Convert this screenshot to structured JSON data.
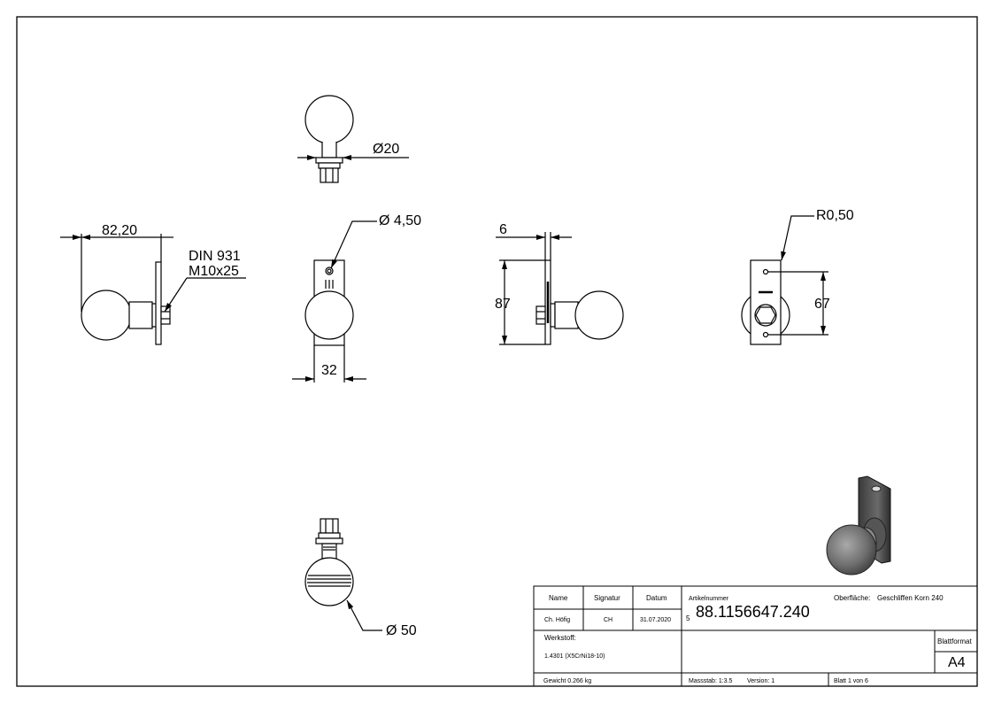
{
  "dimensions": {
    "d20": "Ø20",
    "d4_5": "Ø 4,50",
    "len82": "82,20",
    "din1": "DIN 931",
    "din2": "M10x25",
    "w32": "32",
    "t6": "6",
    "h87": "87",
    "r05": "R0,50",
    "h67": "67",
    "d50": "Ø 50"
  },
  "title_block": {
    "head_name": "Name",
    "head_signatur": "Signatur",
    "head_datum": "Datum",
    "name": "Ch. Höfig",
    "signatur": "CH",
    "datum": "31.07.2020",
    "artikel_label": "Artikelnummer",
    "artikel_prefix": "5",
    "artikel_number": "88.1156647.240",
    "oberflaeche_label": "Oberfläche:",
    "oberflaeche_value": "Geschliffen Korn 240",
    "werkstoff_label": "Werkstoff:",
    "werkstoff_value": "1.4301 (X5CrNi18-10)",
    "blattformat_label": "Blattformat",
    "blattformat_value": "A4",
    "gewicht": "Gewicht 0.266 kg",
    "massstab": "Massstab: 1:3.5",
    "version": "Version: 1",
    "blatt": "Blatt 1 von 6"
  }
}
